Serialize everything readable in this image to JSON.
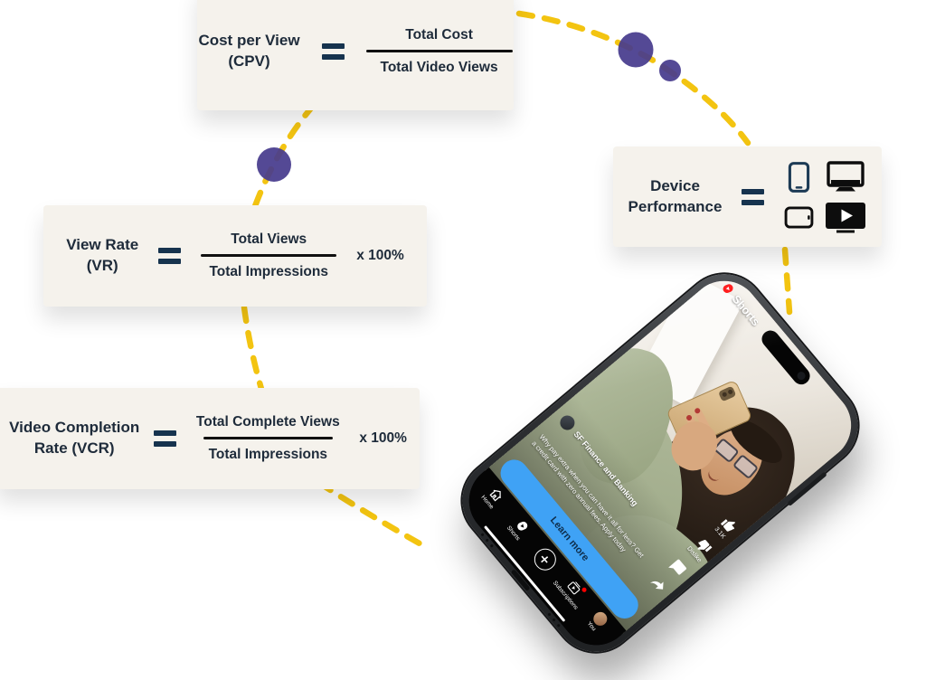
{
  "colors": {
    "card_bg": "#f5f2ec",
    "text_dark": "#1e2b3a",
    "equals": "#16334e",
    "dash_yellow": "#f3c411",
    "circle_purple": "#473b8d",
    "learn_more_blue": "#3fa2f5",
    "shorts_red": "#ff0000"
  },
  "cards": {
    "cpv": {
      "label_line1": "Cost per View",
      "label_line2": "(CPV)",
      "equals": "=",
      "numerator": "Total Cost",
      "denominator": "Total Video Views"
    },
    "vr": {
      "label_line1": "View Rate",
      "label_line2": "(VR)",
      "equals": "=",
      "numerator": "Total Views",
      "denominator": "Total Impressions",
      "multiplier": "x 100%"
    },
    "vcr": {
      "label_line1": "Video Completion",
      "label_line2": "Rate (VCR)",
      "equals": "=",
      "numerator": "Total Complete Views",
      "denominator": "Total Impressions",
      "multiplier": "x 100%"
    },
    "device": {
      "label_line1": "Device",
      "label_line2": "Performance",
      "equals": "=",
      "icons": [
        "smartphone-icon",
        "monitor-icon",
        "tablet-icon",
        "tv-play-icon"
      ]
    }
  },
  "phone": {
    "app_header": {
      "logo": "shorts-logo-icon",
      "title": "Shorts"
    },
    "video_overlay": {
      "channel_name": "SF Finance and Banking",
      "caption_line1": "Why pay extra when you can have it all for less? Get",
      "caption_line2": "a credit card with zero annual fees. Apply today",
      "cta_label": "Learn more"
    },
    "action_rail": {
      "like_count": "3.1K",
      "dislike_label": "Dislike"
    },
    "bottom_nav": {
      "items": [
        {
          "label": "Home"
        },
        {
          "label": "Shorts"
        },
        {
          "label": ""
        },
        {
          "label": "Subscriptions"
        },
        {
          "label": "You"
        }
      ]
    }
  }
}
